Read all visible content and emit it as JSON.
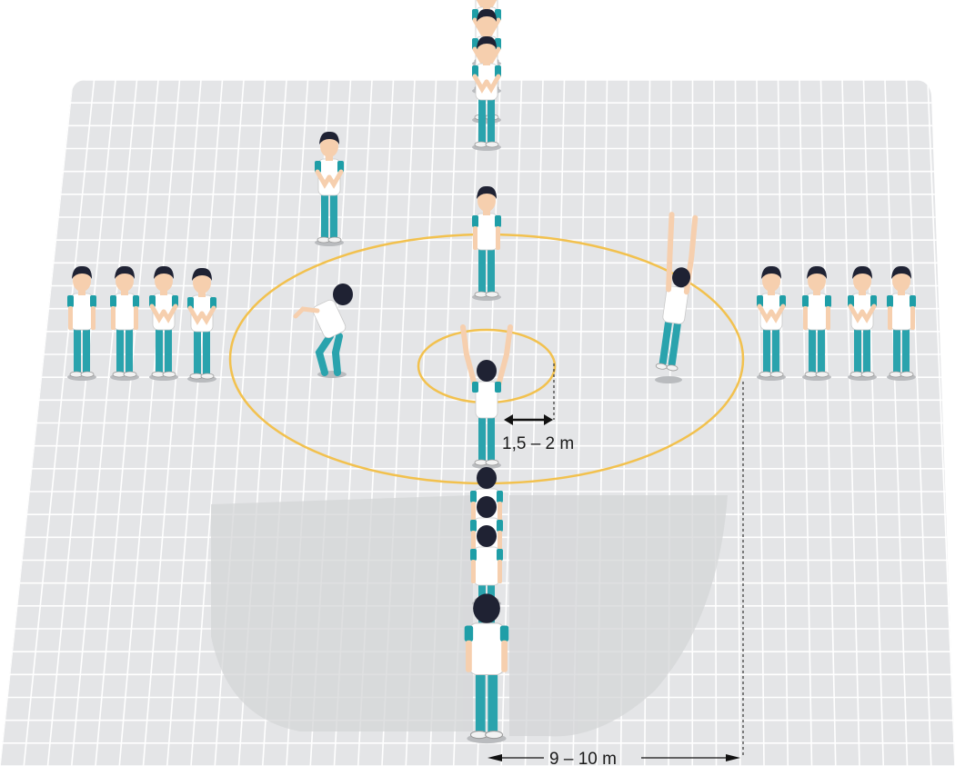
{
  "diagram": {
    "inner_radius_label": "1,5 – 2 m",
    "outer_radius_label": "9 – 10 m"
  },
  "colors": {
    "court": "#e4e5e7",
    "court_grid": "#ffffff",
    "ring": "#f2c14e",
    "shirt_trim": "#1f9ea7",
    "pants": "#2aa3ad",
    "shirt": "#ffffff",
    "hair": "#1f2233",
    "skin": "#f6cfae",
    "watermark": "#d4d5d7"
  },
  "figures": {
    "left_group_count": 4,
    "right_group_count": 4,
    "top_column_count": 5,
    "bottom_column_count": 4
  }
}
